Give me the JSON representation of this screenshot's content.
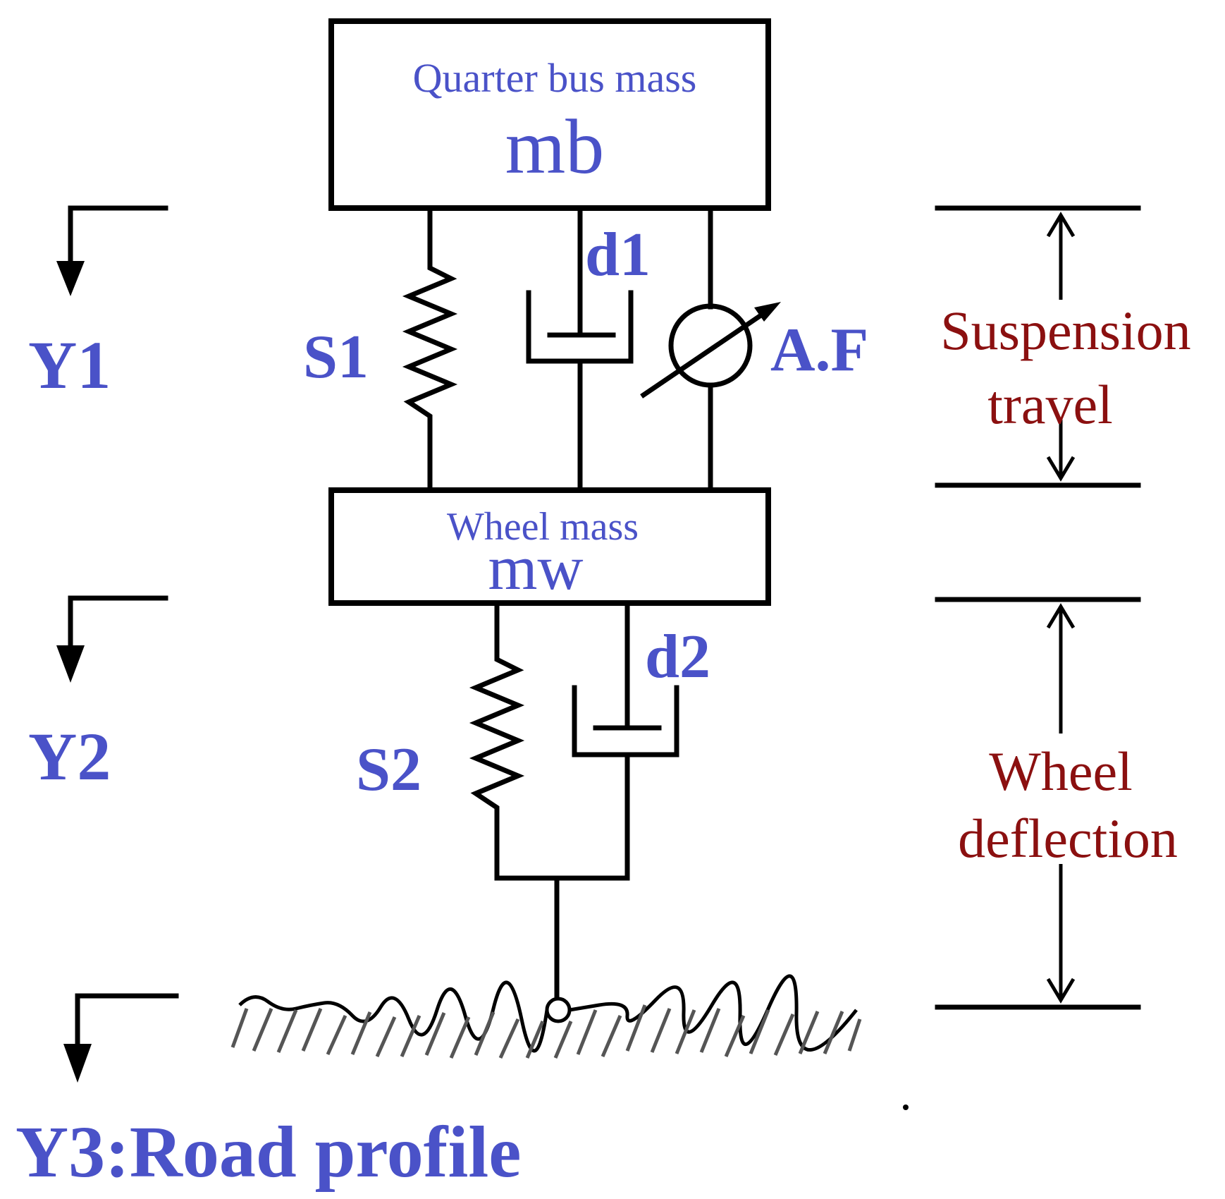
{
  "body_mass": {
    "caption": "Quarter bus mass",
    "symbol": "mb"
  },
  "wheel_mass": {
    "caption": "Wheel mass",
    "symbol": "mw"
  },
  "components": {
    "spring_1": "S1",
    "damper_1": "d1",
    "actuator": "A.F",
    "spring_2": "S2",
    "damper_2": "d2"
  },
  "displacements": {
    "y1": "Y1",
    "y2": "Y2",
    "y3": "Y3:Road profile"
  },
  "dimensions": {
    "suspension_travel": [
      "Suspension",
      "travel"
    ],
    "wheel_deflection": [
      "Wheel",
      "deflection"
    ]
  },
  "colors": {
    "label_blue": "#4a52c8",
    "dimension_red": "#8b1010",
    "line": "#000000"
  }
}
